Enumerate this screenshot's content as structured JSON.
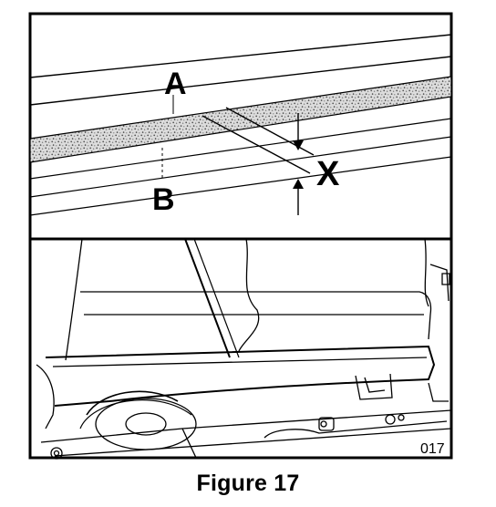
{
  "figure": {
    "caption": "Figure 17",
    "code": "017",
    "labels": {
      "a": "A",
      "b": "B",
      "x": "X"
    }
  }
}
